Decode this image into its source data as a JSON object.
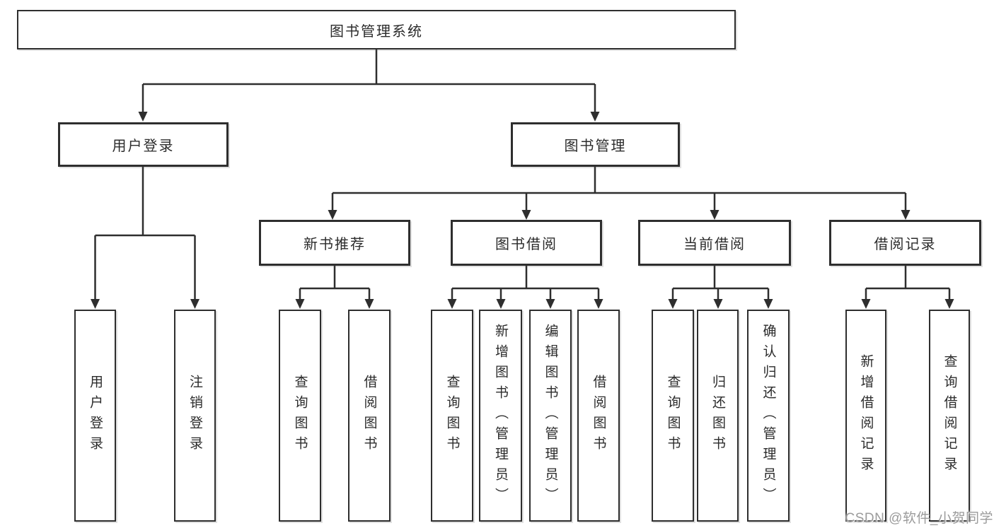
{
  "diagram": {
    "title": "图书管理系统",
    "branches": [
      {
        "label": "用户登录",
        "children": [
          {
            "label": "用户登录"
          },
          {
            "label": "注销登录"
          }
        ]
      },
      {
        "label": "图书管理",
        "children": [
          {
            "label": "新书推荐",
            "children": [
              {
                "label": "查询图书"
              },
              {
                "label": "借阅图书"
              }
            ]
          },
          {
            "label": "图书借阅",
            "children": [
              {
                "label": "查询图书"
              },
              {
                "label": "新增图书（管理员）"
              },
              {
                "label": "编辑图书（管理员）"
              },
              {
                "label": "借阅图书"
              }
            ]
          },
          {
            "label": "当前借阅",
            "children": [
              {
                "label": "查询图书"
              },
              {
                "label": "归还图书"
              },
              {
                "label": "确认归还（管理员）"
              }
            ]
          },
          {
            "label": "借阅记录",
            "children": [
              {
                "label": "新增借阅记录"
              },
              {
                "label": "查询借阅记录"
              }
            ]
          }
        ]
      }
    ]
  },
  "watermark": {
    "text": "CSDN @软件_小贺同学"
  },
  "colors": {
    "line": "#2e2e2e",
    "text": "#2b2b2b",
    "background": "#ffffff",
    "watermark": "#9b9b9b"
  }
}
